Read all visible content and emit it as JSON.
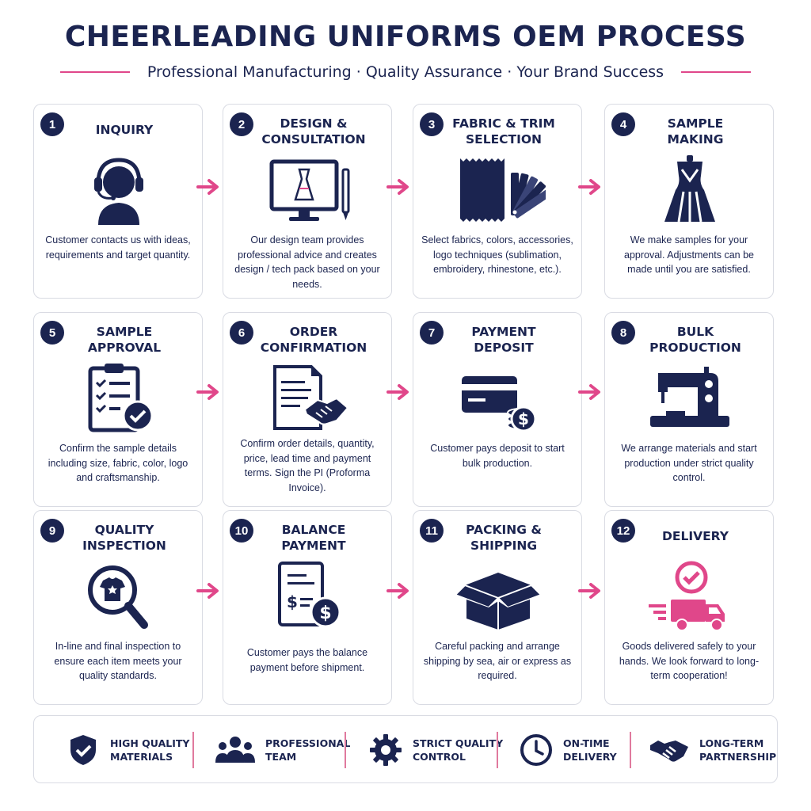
{
  "title": "CHEERLEADING UNIFORMS OEM PROCESS",
  "subtitle": "Professional Manufacturing · Quality Assurance · Your Brand Success",
  "colors": {
    "navy": "#1b2450",
    "pink": "#e0478a",
    "border": "#d9dbe3"
  },
  "steps": [
    {
      "number": "1",
      "title": "INQUIRY",
      "icon": "customer-service-headset-icon",
      "description": "Customer contacts us with ideas, requirements and target quantity."
    },
    {
      "number": "2",
      "title": "DESIGN &\nCONSULTATION",
      "icon": "design-monitor-icon",
      "description": "Our design team provides professional advice and creates design / tech pack based on your needs."
    },
    {
      "number": "3",
      "title": "FABRIC & TRIM\nSELECTION",
      "icon": "fabric-swatch-icon",
      "description": "Select fabrics, colors, accessories, logo techniques (sublimation, embroidery, rhinestone, etc.)."
    },
    {
      "number": "4",
      "title": "SAMPLE\nMAKING",
      "icon": "dress-form-icon",
      "description": "We make samples for your approval. Adjustments can be made until you are satisfied."
    },
    {
      "number": "5",
      "title": "SAMPLE\nAPPROVAL",
      "icon": "clipboard-check-icon",
      "description": "Confirm the sample details including size, fabric, color, logo and craftsmanship."
    },
    {
      "number": "6",
      "title": "ORDER\nCONFIRMATION",
      "icon": "contract-handshake-icon",
      "description": "Confirm order details, quantity, price, lead time and payment terms. Sign the PI (Proforma Invoice)."
    },
    {
      "number": "7",
      "title": "PAYMENT\nDEPOSIT",
      "icon": "card-coins-icon",
      "description": "Customer pays deposit to start bulk production."
    },
    {
      "number": "8",
      "title": "BULK\nPRODUCTION",
      "icon": "sewing-machine-icon",
      "description": "We arrange materials and start production under strict quality control."
    },
    {
      "number": "9",
      "title": "QUALITY\nINSPECTION",
      "icon": "magnifier-shirt-icon",
      "description": "In-line and final inspection to ensure each item meets your quality standards."
    },
    {
      "number": "10",
      "title": "BALANCE\nPAYMENT",
      "icon": "invoice-dollar-icon",
      "description": "Customer pays the balance payment before shipment."
    },
    {
      "number": "11",
      "title": "PACKING &\nSHIPPING",
      "icon": "box-icon",
      "description": "Careful packing and arrange shipping by sea, air or express as required."
    },
    {
      "number": "12",
      "title": "DELIVERY",
      "icon": "delivery-truck-icon",
      "description": "Goods delivered safely to your hands. We look forward to long-term cooperation!"
    }
  ],
  "features": [
    {
      "label": "HIGH QUALITY\nMATERIALS",
      "icon": "shield-check-icon"
    },
    {
      "label": "PROFESSIONAL\nTEAM",
      "icon": "team-icon"
    },
    {
      "label": "STRICT QUALITY\nCONTROL",
      "icon": "gear-check-icon"
    },
    {
      "label": "ON-TIME\nDELIVERY",
      "icon": "clock-icon"
    },
    {
      "label": "LONG-TERM\nPARTNERSHIP",
      "icon": "handshake-icon"
    }
  ]
}
